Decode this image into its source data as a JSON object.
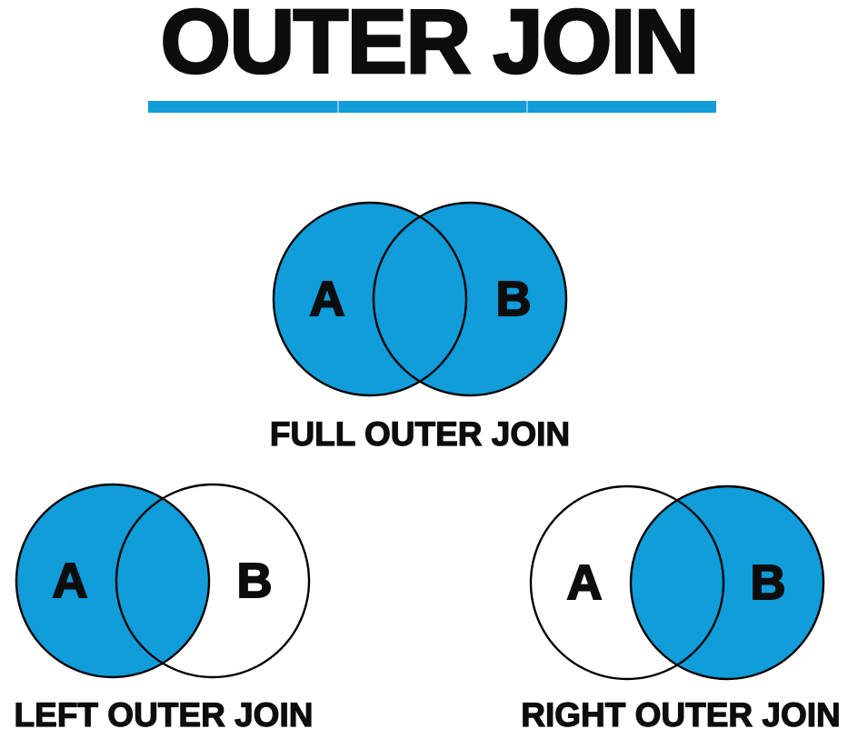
{
  "page": {
    "title": "OUTER JOIN"
  },
  "colors": {
    "accent_blue": "#109dd9",
    "circle_outline": "#000000",
    "text_black": "#0d0d0d",
    "white": "#ffffff"
  },
  "diagrams": [
    {
      "caption": "FULL OUTER JOIN",
      "label_a": "A",
      "label_b": "B",
      "a_fill": "#109dd9",
      "b_fill": "#109dd9"
    },
    {
      "caption": "LEFT OUTER JOIN",
      "label_a": "A",
      "label_b": "B",
      "a_fill": "#109dd9",
      "b_fill": "#ffffff"
    },
    {
      "caption": "RIGHT OUTER JOIN",
      "label_a": "A",
      "label_b": "B",
      "a_fill": "#ffffff",
      "b_fill": "#109dd9"
    }
  ]
}
